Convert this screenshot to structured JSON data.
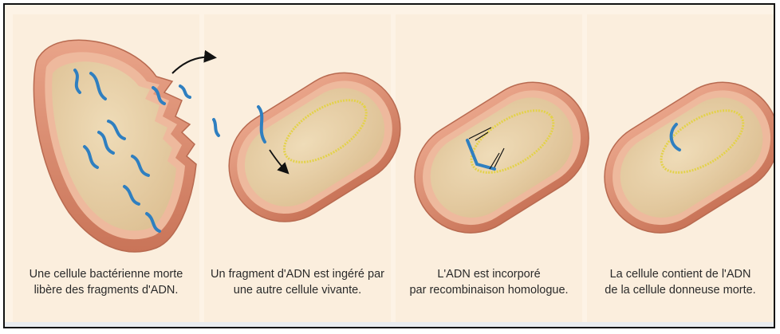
{
  "panels": [
    {
      "caption_line1": "Une cellule bactérienne morte",
      "caption_line2": "libère des fragments d'ADN."
    },
    {
      "caption_line1": "Un fragment d'ADN est ingéré par",
      "caption_line2": "une autre cellule vivante."
    },
    {
      "caption_line1": "L'ADN est incorporé",
      "caption_line2": "par recombinaison homologue."
    },
    {
      "caption_line1": "La cellule contient de l'ADN",
      "caption_line2": "de la cellule donneuse morte."
    }
  ],
  "colors": {
    "background": "#fdf3e6",
    "cell_wall": "#d98a70",
    "cell_membrane": "#eeb99d",
    "cytoplasm": "#e8cfa6",
    "chromosome": "#e3d24a",
    "donor_dna": "#2f7fc0"
  }
}
